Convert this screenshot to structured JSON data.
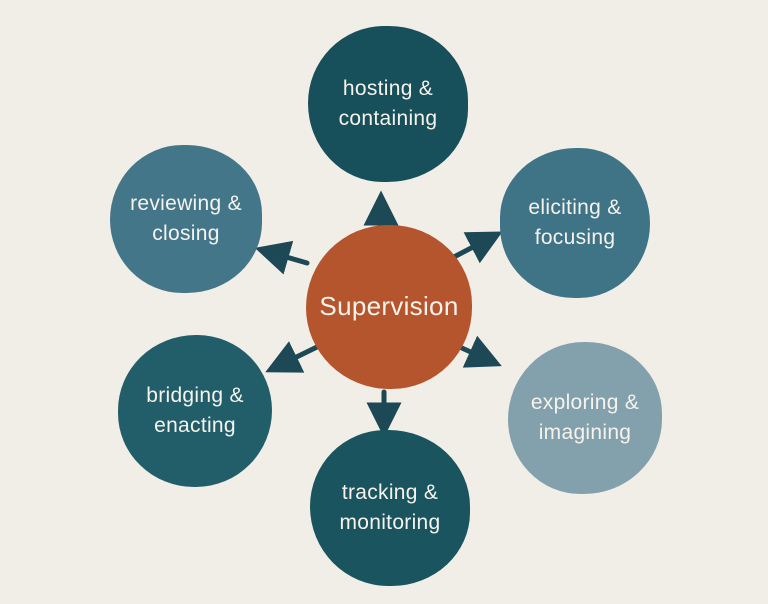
{
  "diagram": {
    "background": "#f1eee8",
    "arrow_color": "#1d4855",
    "text_color": "#f6f3ed",
    "center": {
      "label": "Supervision",
      "color": "#b5552e"
    },
    "nodes": [
      {
        "id": "hosting",
        "label": "hosting &\ncontaining",
        "color": "#174f5a"
      },
      {
        "id": "eliciting",
        "label": "eliciting &\nfocusing",
        "color": "#3f7487"
      },
      {
        "id": "exploring",
        "label": "exploring &\nimagining",
        "color": "#83a0ad"
      },
      {
        "id": "tracking",
        "label": "tracking &\nmonitoring",
        "color": "#19545f"
      },
      {
        "id": "bridging",
        "label": "bridging &\nenacting",
        "color": "#225e6a"
      },
      {
        "id": "reviewing",
        "label": "reviewing &\nclosing",
        "color": "#44768a"
      }
    ]
  }
}
